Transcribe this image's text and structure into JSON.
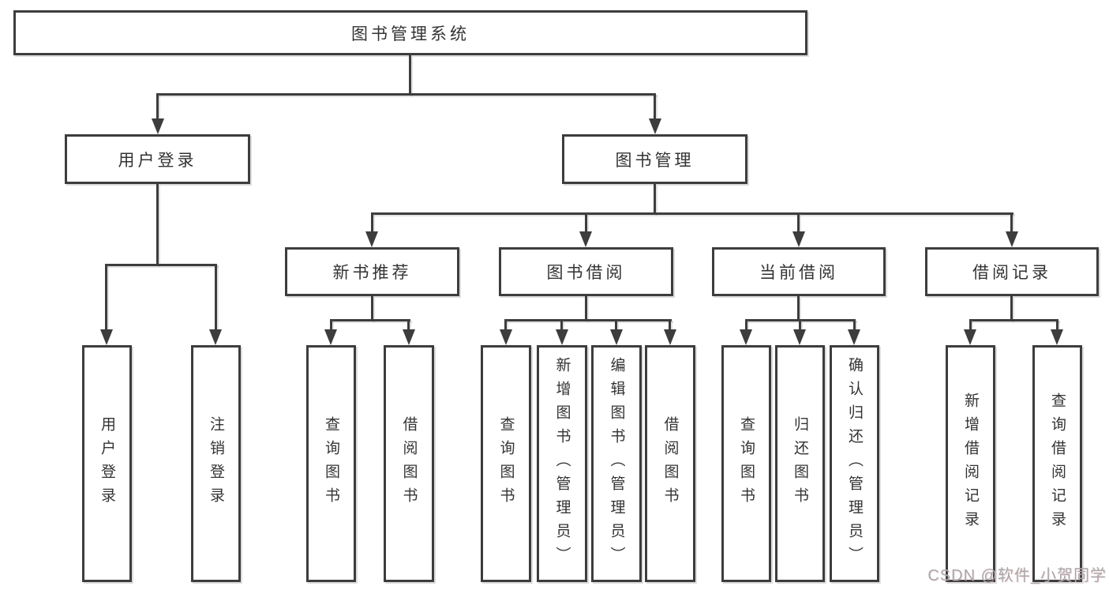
{
  "diagram": {
    "root": {
      "label": "图书管理系统"
    },
    "level2": [
      {
        "label": "用户登录",
        "parent": "图书管理系统"
      },
      {
        "label": "图书管理",
        "parent": "图书管理系统"
      }
    ],
    "level3": [
      {
        "label": "新书推荐",
        "parent": "图书管理"
      },
      {
        "label": "图书借阅",
        "parent": "图书管理"
      },
      {
        "label": "当前借阅",
        "parent": "图书管理"
      },
      {
        "label": "借阅记录",
        "parent": "图书管理"
      }
    ],
    "leaves": [
      {
        "label": "用户登录",
        "parent": "用户登录"
      },
      {
        "label": "注销登录",
        "parent": "用户登录"
      },
      {
        "label": "查询图书",
        "parent": "新书推荐"
      },
      {
        "label": "借阅图书",
        "parent": "新书推荐"
      },
      {
        "label": "查询图书",
        "parent": "图书借阅"
      },
      {
        "label": "新增图书（管理员）",
        "parent": "图书借阅"
      },
      {
        "label": "编辑图书（管理员）",
        "parent": "图书借阅"
      },
      {
        "label": "借阅图书",
        "parent": "图书借阅"
      },
      {
        "label": "查询图书",
        "parent": "当前借阅"
      },
      {
        "label": "归还图书",
        "parent": "当前借阅"
      },
      {
        "label": "确认归还（管理员）",
        "parent": "当前借阅"
      },
      {
        "label": "新增借阅记录",
        "parent": "借阅记录"
      },
      {
        "label": "查询借阅记录",
        "parent": "借阅记录"
      }
    ],
    "watermark": "CSDN @软件_小贺同学",
    "colors": {
      "line": "#3d3d3d",
      "text": "#333333",
      "watermark": "#a8a8a8",
      "background": "#ffffff"
    }
  }
}
